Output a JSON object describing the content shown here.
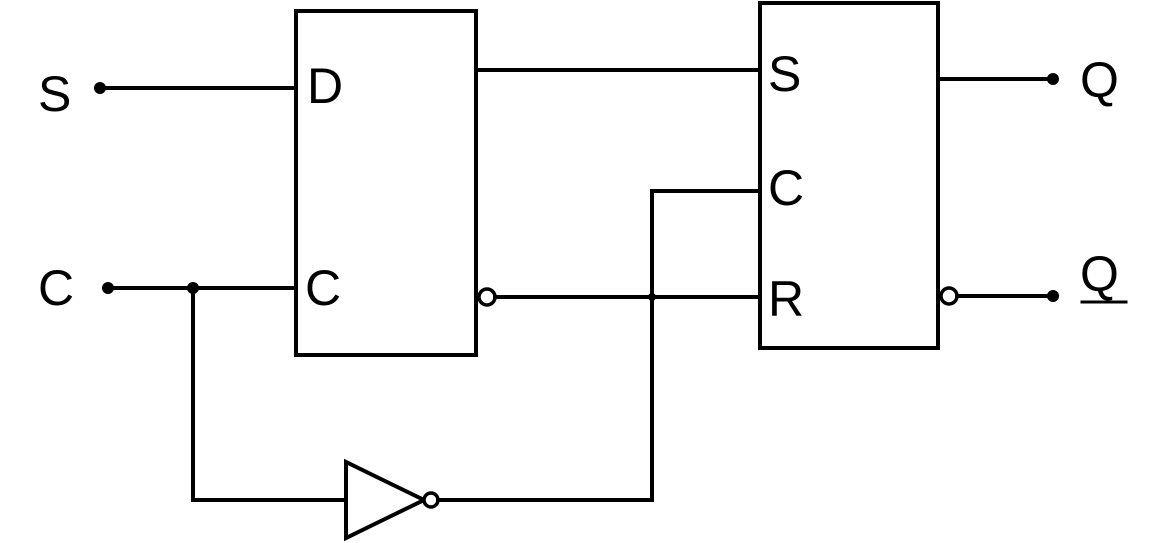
{
  "inputs": {
    "s": "S",
    "c": "C"
  },
  "d_latch": {
    "d_label": "D",
    "c_label": "C"
  },
  "rs_latch": {
    "s_label": "S",
    "c_label": "C",
    "r_label": "R"
  },
  "outputs": {
    "q": "Q",
    "q_bar": "Q"
  },
  "colors": {
    "line": "#000000",
    "background": "#ffffff"
  }
}
